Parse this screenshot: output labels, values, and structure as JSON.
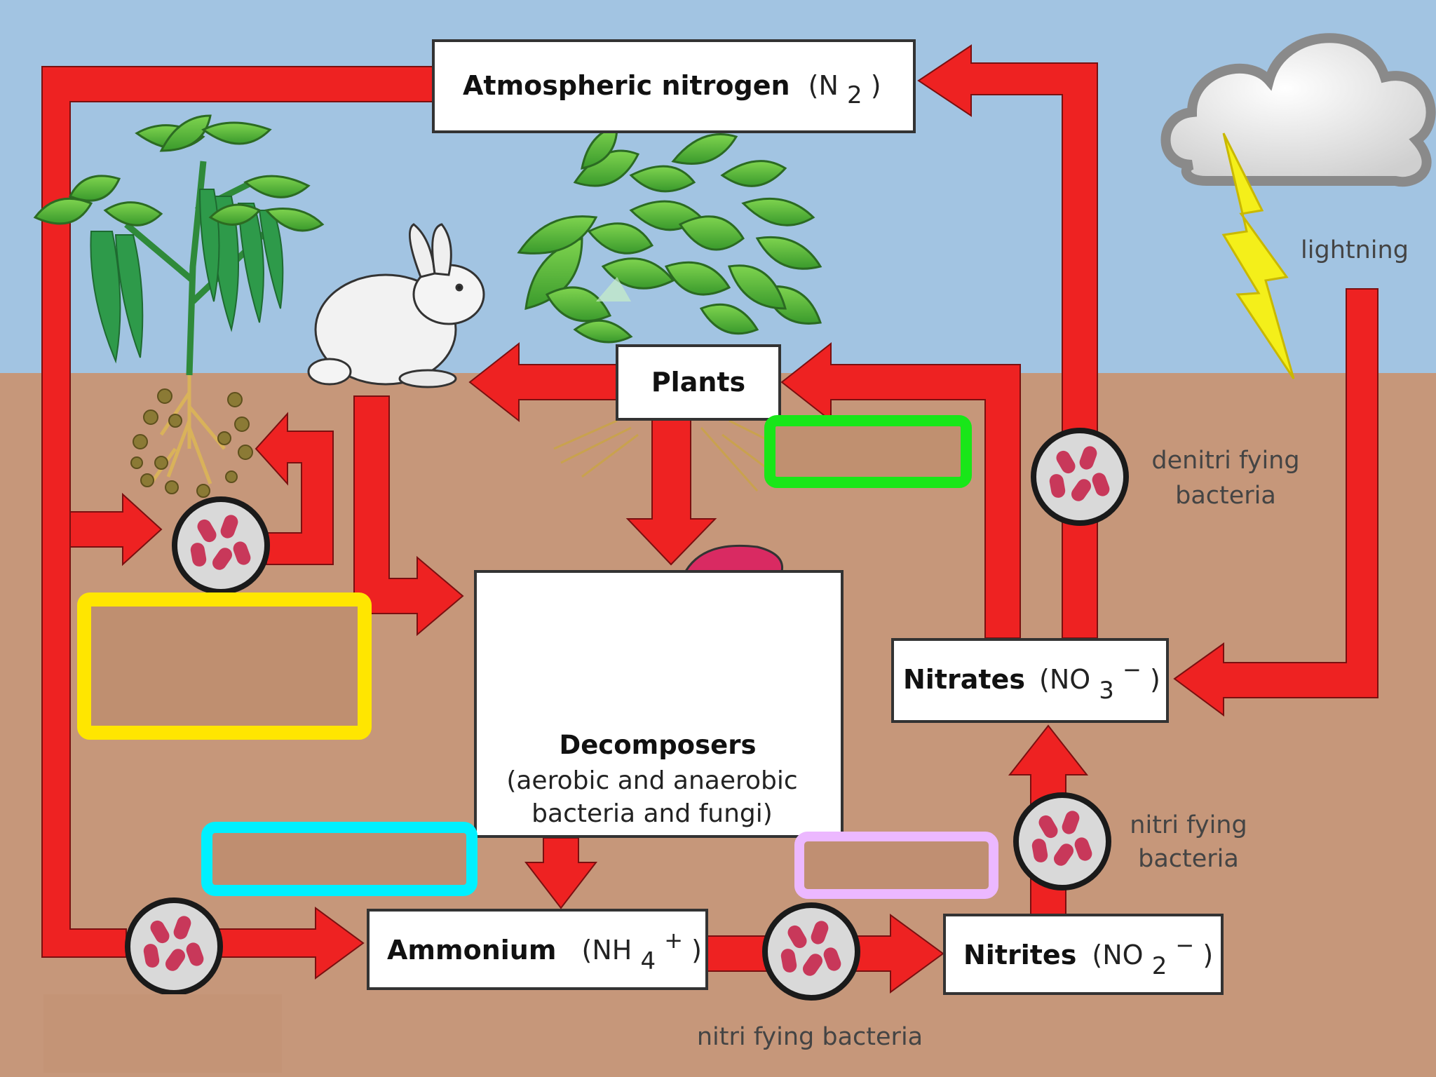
{
  "nodes": {
    "atmospheric": {
      "label": "Atmospheric nitrogen",
      "formula": "(N",
      "sub": "2",
      "close": ")"
    },
    "plants": {
      "label": "Plants"
    },
    "decomposers": {
      "title": "Decomposers",
      "line1": "(aerobic and anaerobic",
      "line2": "bacteria and fungi)"
    },
    "ammonium": {
      "label": "Ammonium",
      "formula": "(NH",
      "sub": "4",
      "sup": "+",
      "close": ")"
    },
    "nitrites": {
      "label": "Nitrites",
      "formula": "(NO",
      "sub": "2",
      "sup": "−",
      "close": ")"
    },
    "nitrates": {
      "label": "Nitrates",
      "formula": "(NO",
      "sub": "3",
      "sup": "−",
      "close": ")"
    }
  },
  "annotations": {
    "lightning": "lightning",
    "denitrifying_1": "denitri fying",
    "denitrifying_2": "bacteria",
    "nitrifying_right_1": "nitri fying",
    "nitrifying_right_2": "bacteria",
    "nitrifying_bottom": "nitri fying bacteria"
  },
  "highlight_colors": {
    "green": "#19e619",
    "yellow": "#ffe600",
    "cyan": "#00f0ff",
    "lavender": "#ecb8ff"
  },
  "colors": {
    "sky": "#a2c4e2",
    "soil": "#c6977a",
    "arrow": "#ee2222",
    "bacteria": "#c8385a"
  }
}
